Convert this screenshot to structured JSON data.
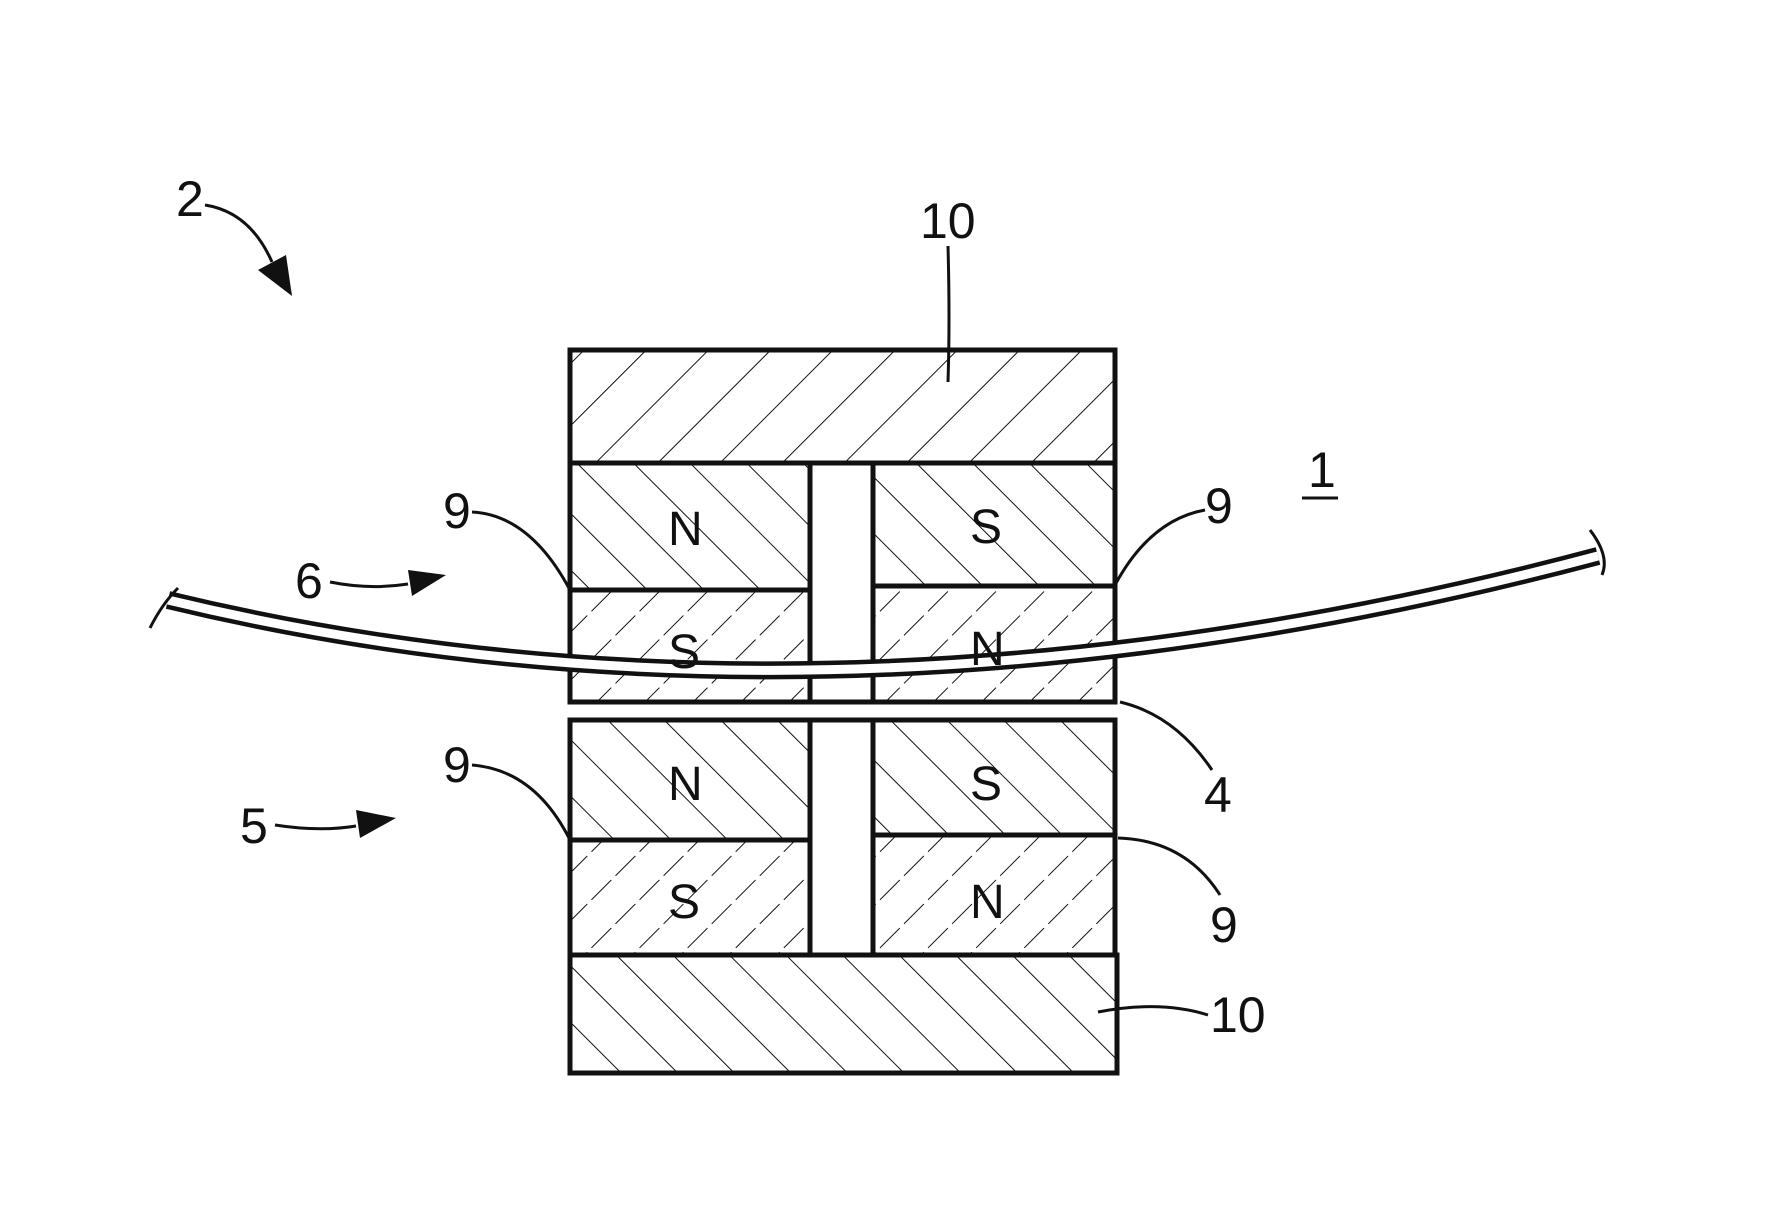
{
  "labels": {
    "device": "2",
    "assembly": "1",
    "upper_yoke": "10",
    "lower_yoke": "10",
    "upper_unit": "6",
    "lower_unit": "5",
    "guide": "4",
    "boundary_ul": "9",
    "boundary_ur": "9",
    "boundary_ll": "9",
    "boundary_lr": "9"
  },
  "poles": {
    "upper_left_top": "N",
    "upper_left_bottom": "S",
    "upper_right_top": "S",
    "upper_right_bottom": "N",
    "lower_left_top": "N",
    "lower_left_bottom": "S",
    "lower_right_top": "S",
    "lower_right_bottom": "N"
  },
  "colors": {
    "ink": "#111111",
    "paper": "#ffffff"
  }
}
